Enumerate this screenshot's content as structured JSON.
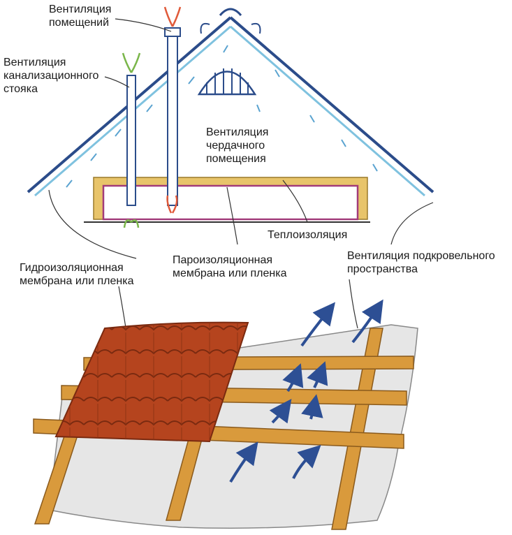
{
  "labels": {
    "room_ventilation": "Вентиляция\nпомещений",
    "sewer_stack_ventilation": "Вентиляция\nканализационного\nстояка",
    "attic_ventilation": "Вентиляция\nчердачного\nпомещения",
    "thermal_insulation": "Теплоизоляция",
    "vapor_barrier": "Пароизоляционная\nмембрана или пленка",
    "waterproof_membrane": "Гидроизоляционная\nмембрана или пленка",
    "under_roof_ventilation": "Вентиляция подкровельного\nпространства"
  },
  "colors": {
    "roof_line": "#2b4c8a",
    "ventilation_arrow": "#5aa3d0",
    "insulation": "#e8c46a",
    "vapor_barrier": "#a23b7a",
    "tile": "#b5441e",
    "batten": "#d99a3c",
    "membrane": "#e6e6e6",
    "air_flow": "#2d4f94",
    "exhaust_warm": "#e05a3a",
    "exhaust_fresh": "#7ab64a"
  }
}
